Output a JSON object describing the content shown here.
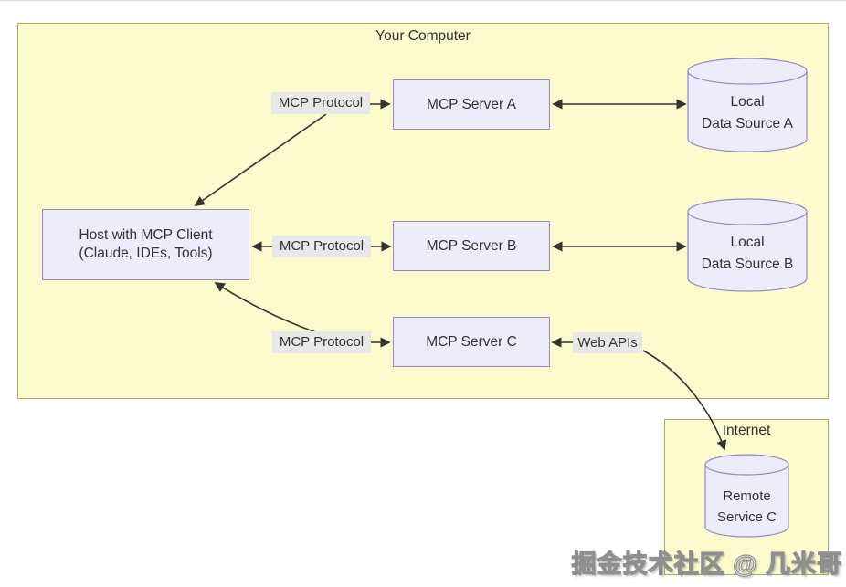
{
  "diagram": {
    "groups": {
      "computer": {
        "title": "Your Computer"
      },
      "internet": {
        "title": "Internet"
      }
    },
    "nodes": {
      "host": {
        "line1": "Host with MCP Client",
        "line2": "(Claude, IDEs, Tools)"
      },
      "server_a": {
        "label": "MCP Server A"
      },
      "server_b": {
        "label": "MCP Server B"
      },
      "server_c": {
        "label": "MCP Server C"
      },
      "data_source_a": {
        "line1": "Local",
        "line2": "Data Source A"
      },
      "data_source_b": {
        "line1": "Local",
        "line2": "Data Source B"
      },
      "remote_service_c": {
        "line1": "Remote",
        "line2": "Service C"
      }
    },
    "edge_labels": {
      "host_server_a": "MCP Protocol",
      "host_server_b": "MCP Protocol",
      "host_server_c": "MCP Protocol",
      "server_c_remote": "Web APIs"
    },
    "colors": {
      "group_fill": "#fbfbcd",
      "group_border": "#a9ad5a",
      "node_fill": "#ececfb",
      "node_border": "#9788c4",
      "edge_label_bg": "#e8e8e8",
      "edge_line": "#333333",
      "text": "#333333"
    }
  },
  "watermark": {
    "text": "掘金技术社区 @ 几米哥"
  }
}
